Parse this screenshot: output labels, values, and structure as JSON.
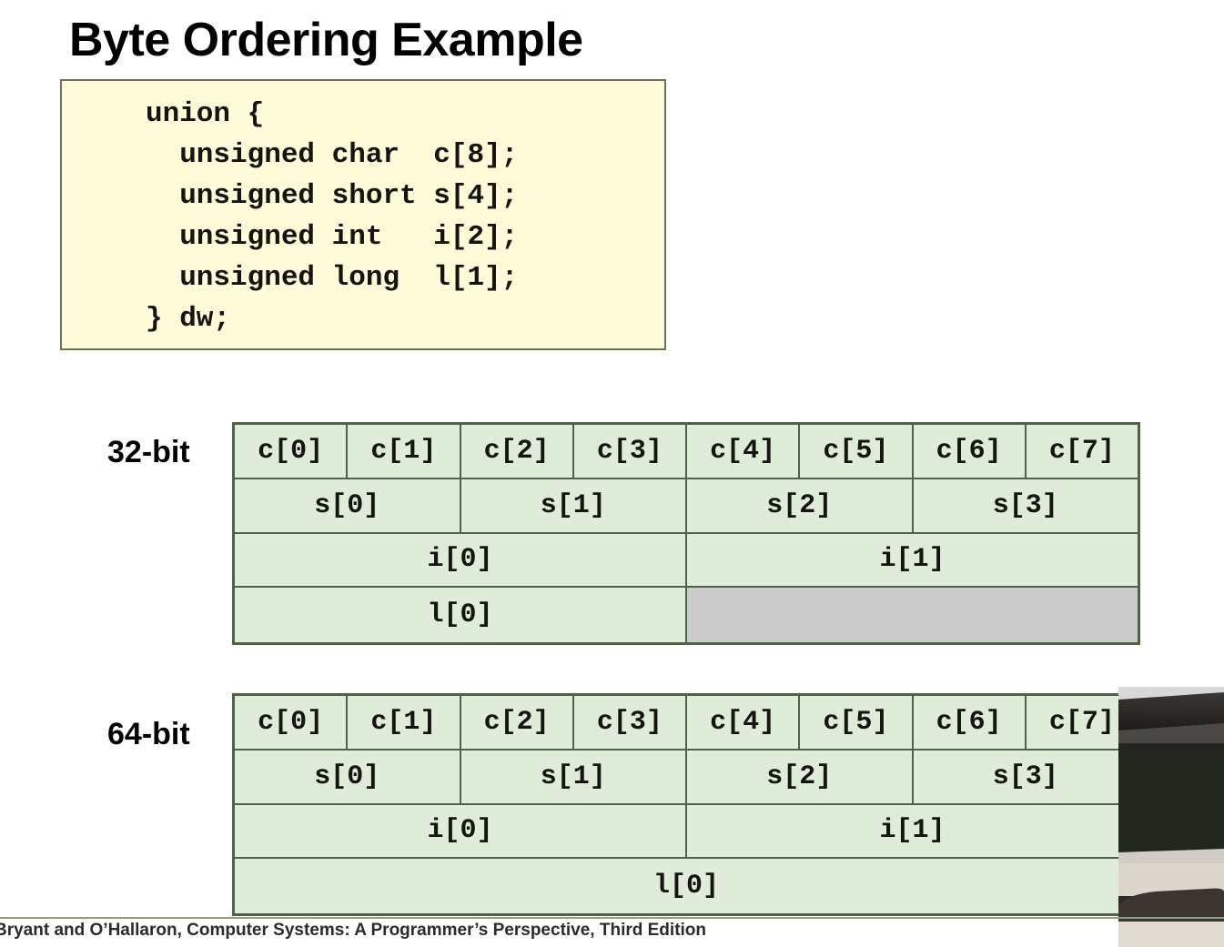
{
  "slide": {
    "title": "Byte Ordering Example"
  },
  "code_box": {
    "language": "c",
    "text": "union {\n  unsigned char  c[8];\n  unsigned short s[4];\n  unsigned int   i[2];\n  unsigned long  l[1];\n} dw;"
  },
  "tables": [
    {
      "label": "32-bit",
      "rows": [
        {
          "name": "char-row",
          "cells": [
            {
              "text": "c[0]",
              "span": 1,
              "empty": false
            },
            {
              "text": "c[1]",
              "span": 1,
              "empty": false
            },
            {
              "text": "c[2]",
              "span": 1,
              "empty": false
            },
            {
              "text": "c[3]",
              "span": 1,
              "empty": false
            },
            {
              "text": "c[4]",
              "span": 1,
              "empty": false
            },
            {
              "text": "c[5]",
              "span": 1,
              "empty": false
            },
            {
              "text": "c[6]",
              "span": 1,
              "empty": false
            },
            {
              "text": "c[7]",
              "span": 1,
              "empty": false
            }
          ]
        },
        {
          "name": "short-row",
          "cells": [
            {
              "text": "s[0]",
              "span": 2,
              "empty": false
            },
            {
              "text": "s[1]",
              "span": 2,
              "empty": false
            },
            {
              "text": "s[2]",
              "span": 2,
              "empty": false
            },
            {
              "text": "s[3]",
              "span": 2,
              "empty": false
            }
          ]
        },
        {
          "name": "int-row",
          "cells": [
            {
              "text": "i[0]",
              "span": 4,
              "empty": false
            },
            {
              "text": "i[1]",
              "span": 4,
              "empty": false
            }
          ]
        },
        {
          "name": "long-row",
          "cells": [
            {
              "text": "l[0]",
              "span": 4,
              "empty": false
            },
            {
              "text": "",
              "span": 4,
              "empty": true
            }
          ]
        }
      ]
    },
    {
      "label": "64-bit",
      "rows": [
        {
          "name": "char-row",
          "cells": [
            {
              "text": "c[0]",
              "span": 1,
              "empty": false
            },
            {
              "text": "c[1]",
              "span": 1,
              "empty": false
            },
            {
              "text": "c[2]",
              "span": 1,
              "empty": false
            },
            {
              "text": "c[3]",
              "span": 1,
              "empty": false
            },
            {
              "text": "c[4]",
              "span": 1,
              "empty": false
            },
            {
              "text": "c[5]",
              "span": 1,
              "empty": false
            },
            {
              "text": "c[6]",
              "span": 1,
              "empty": false
            },
            {
              "text": "c[7]",
              "span": 1,
              "empty": false
            }
          ]
        },
        {
          "name": "short-row",
          "cells": [
            {
              "text": "s[0]",
              "span": 2,
              "empty": false
            },
            {
              "text": "s[1]",
              "span": 2,
              "empty": false
            },
            {
              "text": "s[2]",
              "span": 2,
              "empty": false
            },
            {
              "text": "s[3]",
              "span": 2,
              "empty": false
            }
          ]
        },
        {
          "name": "int-row",
          "cells": [
            {
              "text": "i[0]",
              "span": 4,
              "empty": false
            },
            {
              "text": "i[1]",
              "span": 4,
              "empty": false
            }
          ]
        },
        {
          "name": "long-row",
          "cells": [
            {
              "text": "l[0]",
              "span": 8,
              "empty": false
            }
          ]
        }
      ]
    }
  ],
  "footer": {
    "text": "Bryant and O’Hallaron, Computer Systems: A Programmer’s Perspective, Third Edition"
  },
  "overlay": {
    "kind": "webcam-video-feed"
  },
  "colors": {
    "cell_green": "#dfecd9",
    "cell_gray": "#cccbcb",
    "cell_border": "#50614a",
    "code_bg": "#fdfbd8",
    "code_border": "#6f6f5a",
    "footer_rule": "#8f9d86",
    "text": "#141410"
  }
}
